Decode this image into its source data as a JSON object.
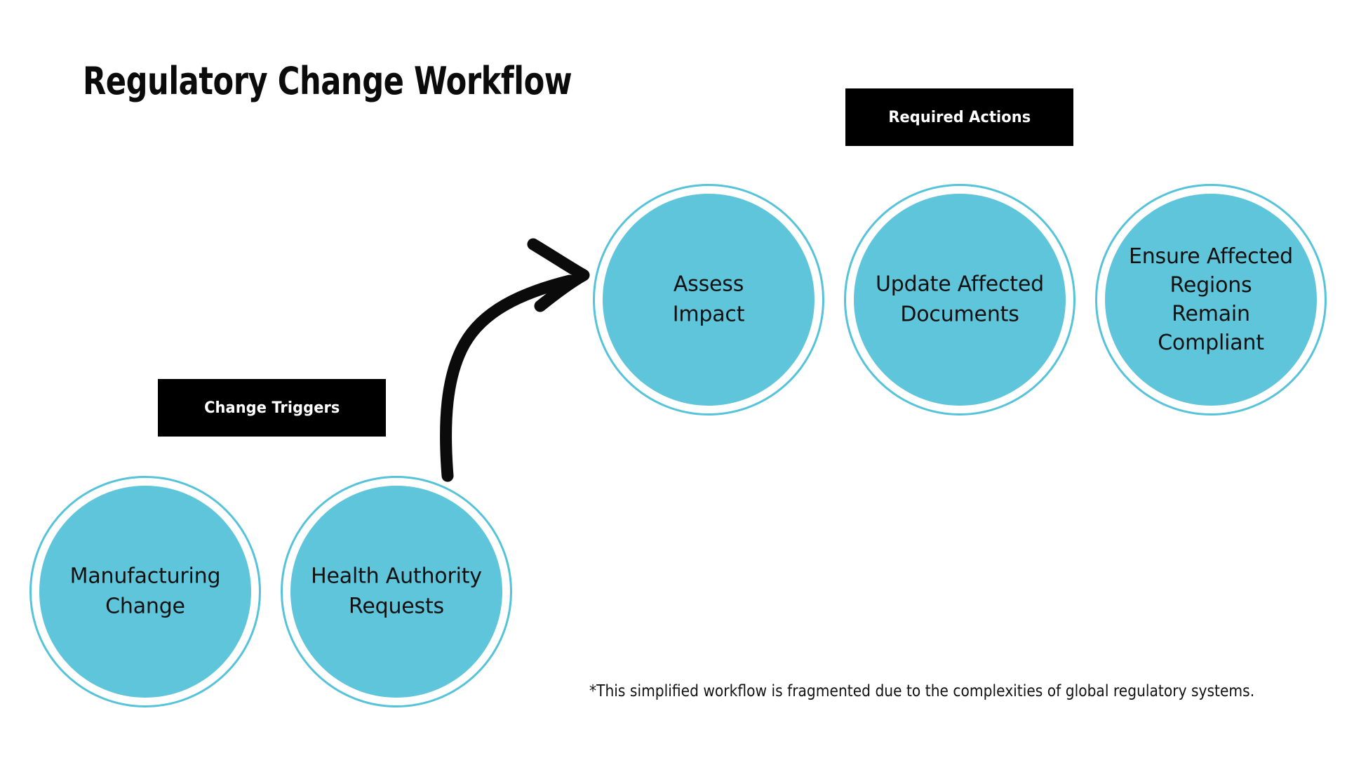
{
  "page": {
    "title": "Regulatory Change Workflow",
    "background_color": "#ffffff"
  },
  "theme": {
    "node_fill": "#5ec5db",
    "node_ring": "#55c3da",
    "label_box_bg": "#000000",
    "label_box_text": "#ffffff",
    "text_color": "#111111",
    "arrow_color": "#0b0b0b"
  },
  "sections": {
    "change_triggers": {
      "label": "Change Triggers",
      "nodes": [
        {
          "id": "manufacturing-change",
          "label": "Manufacturing\nChange"
        },
        {
          "id": "health-authority-requests",
          "label": "Health Authority\nRequests"
        }
      ]
    },
    "required_actions": {
      "label": "Required Actions",
      "nodes": [
        {
          "id": "assess-impact",
          "label": "Assess\nImpact"
        },
        {
          "id": "update-affected-documents",
          "label": "Update Affected\nDocuments"
        },
        {
          "id": "ensure-affected-regions-remain-compliant",
          "label": "Ensure Affected\nRegions\nRemain\nCompliant"
        }
      ]
    }
  },
  "connector": {
    "type": "curved-arrow",
    "from": "change-triggers",
    "to": "required-actions"
  },
  "footnote": {
    "text": "*This simplified workflow is fragmented due to the complexities of global regulatory systems."
  }
}
